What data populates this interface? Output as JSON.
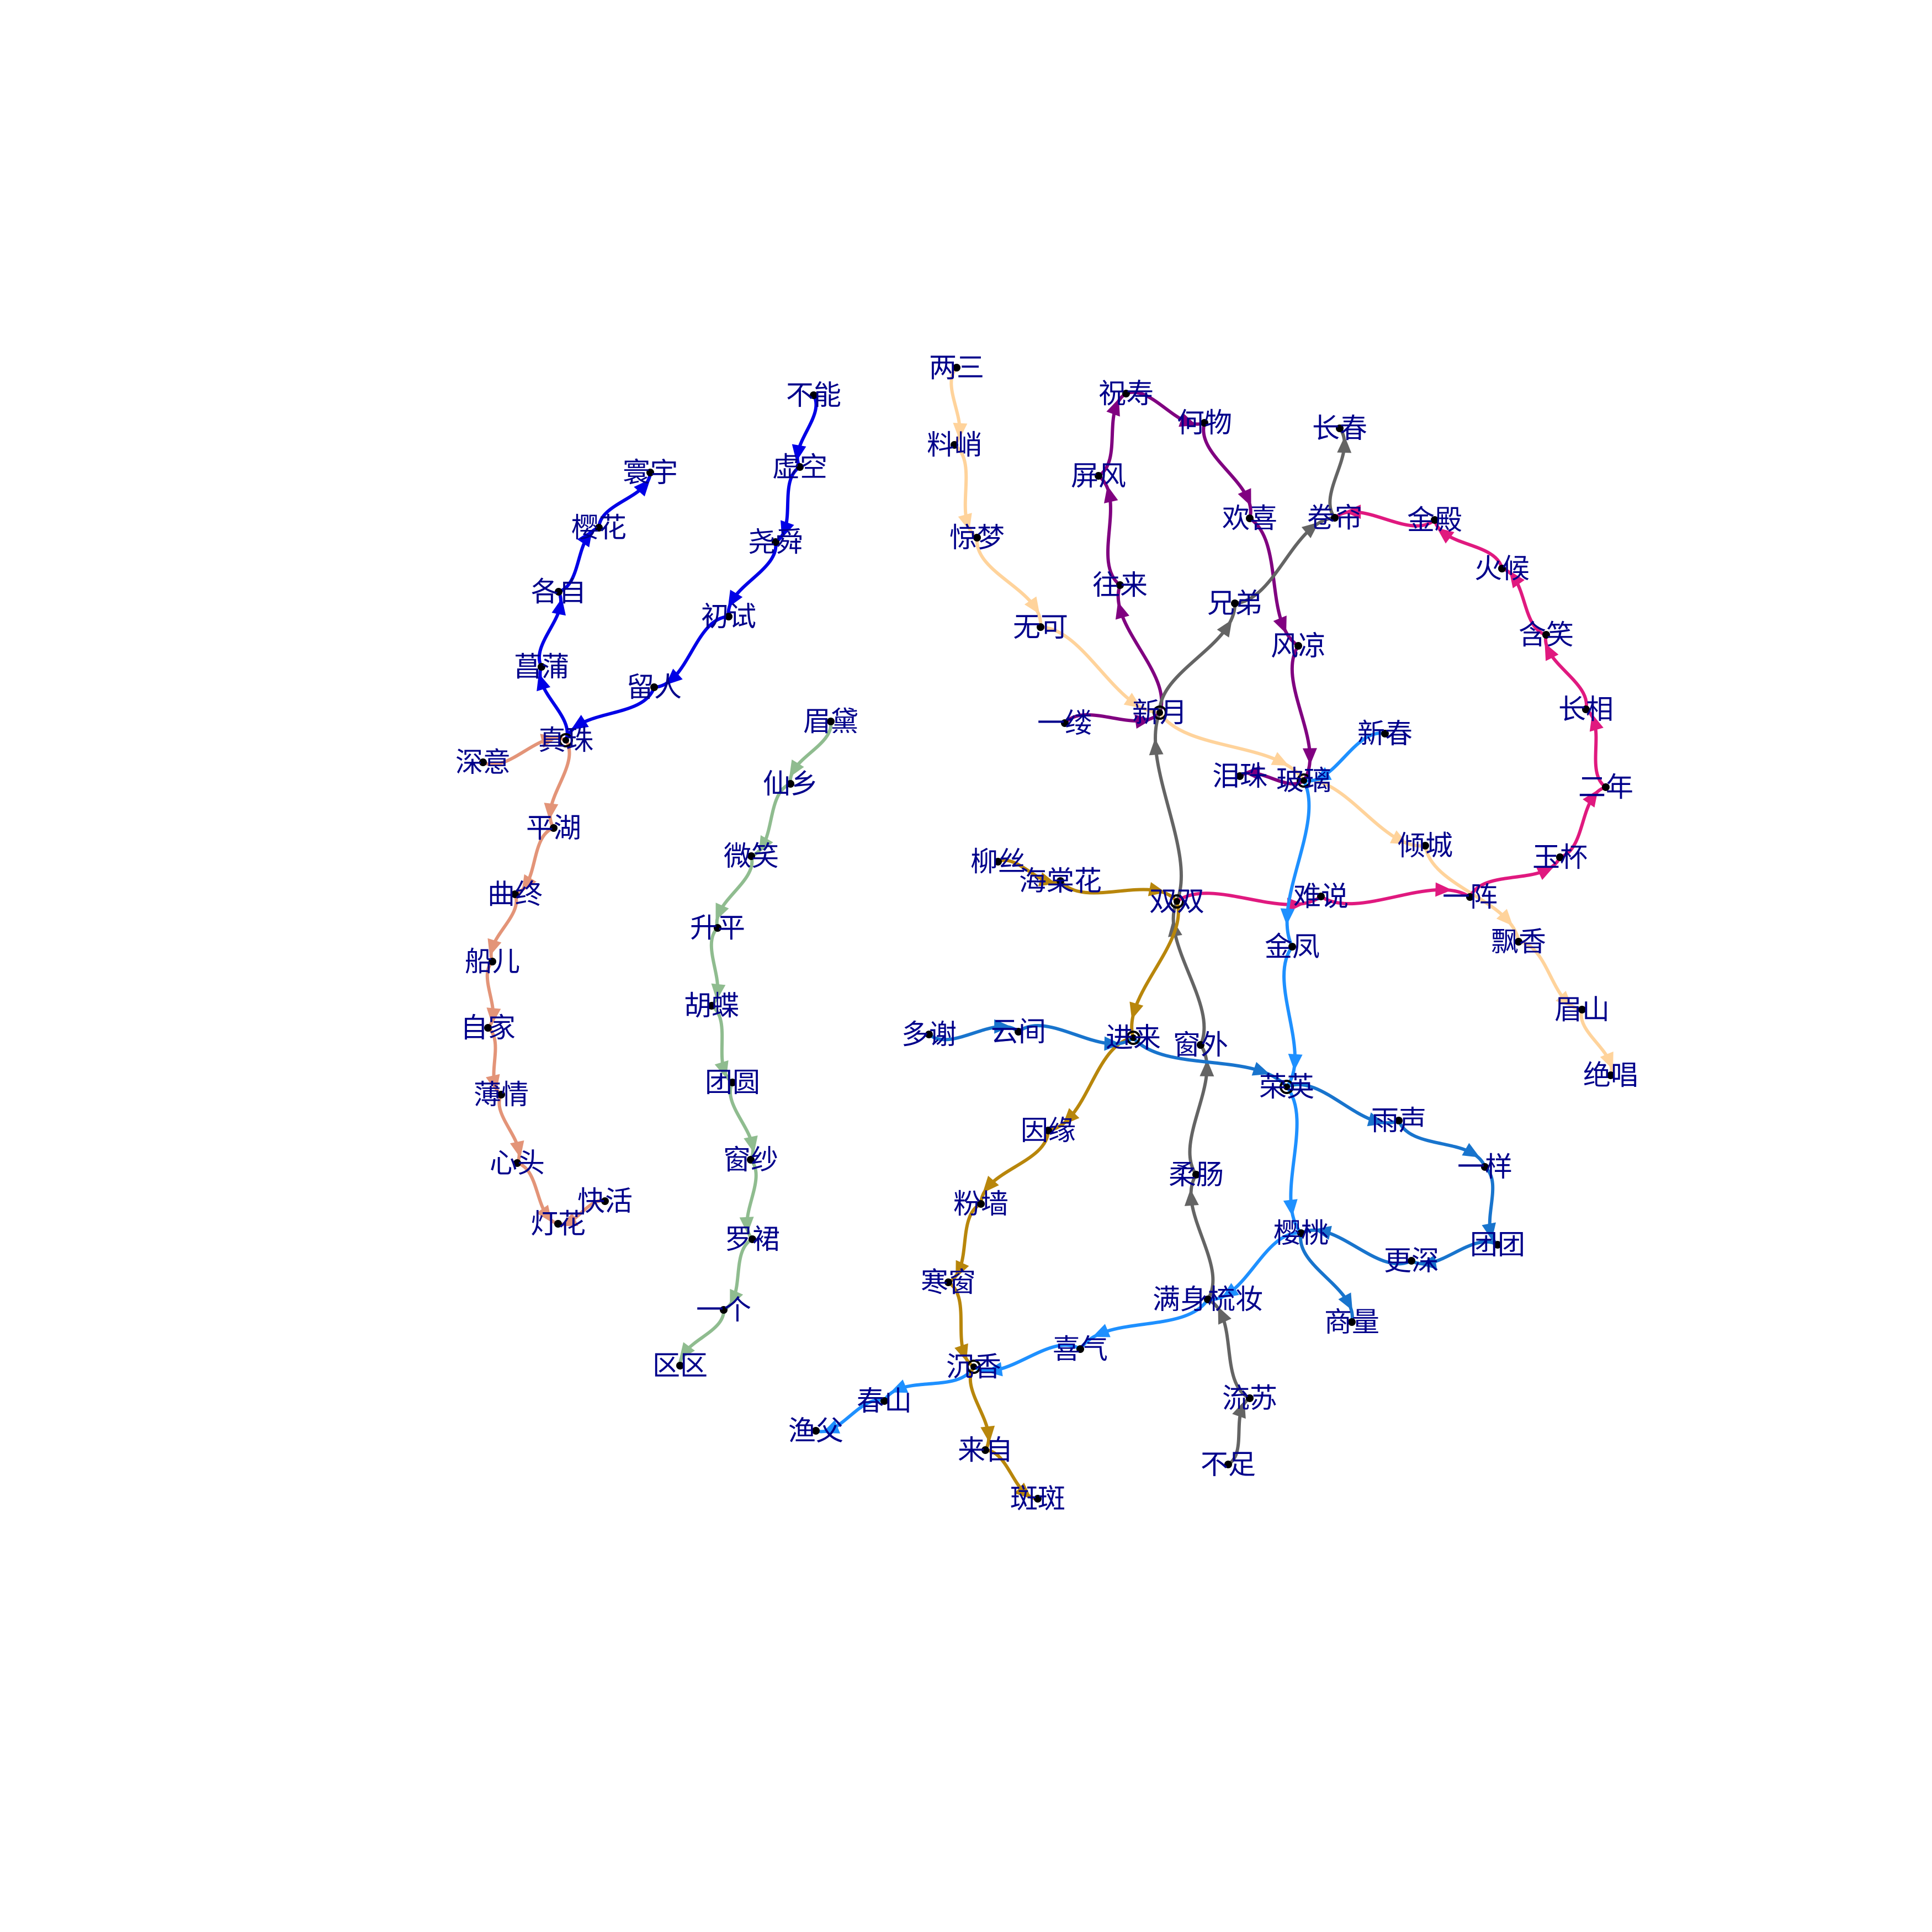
{
  "colors": {
    "label": "#00008b",
    "node": "#000000",
    "edge_blue": "#0000e6",
    "edge_salmon": "#e39478",
    "edge_sage": "#8fbc8f",
    "edge_peach": "#ffd39b",
    "edge_purple": "#800080",
    "edge_gray": "#646464",
    "edge_pink": "#e0197f",
    "edge_skyblue": "#1e90ff",
    "edge_gold": "#b8860b",
    "edge_azure": "#1874cd"
  },
  "nodes": [
    {
      "id": "n1",
      "label": "不能"
    },
    {
      "id": "n2",
      "label": "虚空"
    },
    {
      "id": "n3",
      "label": "寰宇"
    },
    {
      "id": "n4",
      "label": "樱花"
    },
    {
      "id": "n5",
      "label": "尧舜"
    },
    {
      "id": "n6",
      "label": "各自"
    },
    {
      "id": "n7",
      "label": "初试"
    },
    {
      "id": "n8",
      "label": "菖蒲"
    },
    {
      "id": "n9",
      "label": "留人"
    },
    {
      "id": "n10",
      "label": "真珠"
    },
    {
      "id": "n11",
      "label": "深意"
    },
    {
      "id": "n12",
      "label": "平湖"
    },
    {
      "id": "n13",
      "label": "曲终"
    },
    {
      "id": "n14",
      "label": "船儿"
    },
    {
      "id": "n15",
      "label": "自家"
    },
    {
      "id": "n16",
      "label": "薄情"
    },
    {
      "id": "n17",
      "label": "心头"
    },
    {
      "id": "n18",
      "label": "快活"
    },
    {
      "id": "n19",
      "label": "灯花"
    },
    {
      "id": "n20",
      "label": "眉黛"
    },
    {
      "id": "n21",
      "label": "仙乡"
    },
    {
      "id": "n22",
      "label": "微笑"
    },
    {
      "id": "n23",
      "label": "升平"
    },
    {
      "id": "n24",
      "label": "胡蝶"
    },
    {
      "id": "n25",
      "label": "团圆"
    },
    {
      "id": "n26",
      "label": "窗纱"
    },
    {
      "id": "n27",
      "label": "罗裙"
    },
    {
      "id": "n28",
      "label": "一个"
    },
    {
      "id": "n29",
      "label": "区区"
    },
    {
      "id": "n30",
      "label": "两三"
    },
    {
      "id": "n31",
      "label": "料峭"
    },
    {
      "id": "n32",
      "label": "惊梦"
    },
    {
      "id": "n33",
      "label": "无可"
    },
    {
      "id": "n34",
      "label": "祝寿"
    },
    {
      "id": "n35",
      "label": "何物"
    },
    {
      "id": "n36",
      "label": "屏风"
    },
    {
      "id": "n37",
      "label": "欢喜"
    },
    {
      "id": "n38",
      "label": "往来"
    },
    {
      "id": "n39",
      "label": "长春"
    },
    {
      "id": "n40",
      "label": "卷帘"
    },
    {
      "id": "n41",
      "label": "金殿"
    },
    {
      "id": "n42",
      "label": "兄弟"
    },
    {
      "id": "n43",
      "label": "火候"
    },
    {
      "id": "n44",
      "label": "风凉"
    },
    {
      "id": "n45",
      "label": "含笑"
    },
    {
      "id": "n46",
      "label": "一缕"
    },
    {
      "id": "n47",
      "label": "新月"
    },
    {
      "id": "n48",
      "label": "新春"
    },
    {
      "id": "n49",
      "label": "长相"
    },
    {
      "id": "n50",
      "label": "泪珠"
    },
    {
      "id": "n51",
      "label": "玻璃"
    },
    {
      "id": "n52",
      "label": "二年"
    },
    {
      "id": "n53",
      "label": "倾城"
    },
    {
      "id": "n54",
      "label": "柳丝"
    },
    {
      "id": "n55",
      "label": "玉杯"
    },
    {
      "id": "n56",
      "label": "海棠花"
    },
    {
      "id": "n57",
      "label": "双双"
    },
    {
      "id": "n58",
      "label": "难说"
    },
    {
      "id": "n59",
      "label": "一阵"
    },
    {
      "id": "n60",
      "label": "金凤"
    },
    {
      "id": "n61",
      "label": "飘香"
    },
    {
      "id": "n62",
      "label": "眉山"
    },
    {
      "id": "n63",
      "label": "多谢"
    },
    {
      "id": "n64",
      "label": "云间"
    },
    {
      "id": "n65",
      "label": "进来"
    },
    {
      "id": "n66",
      "label": "窗外"
    },
    {
      "id": "n67",
      "label": "绝唱"
    },
    {
      "id": "n68",
      "label": "荣英"
    },
    {
      "id": "n69",
      "label": "雨声"
    },
    {
      "id": "n70",
      "label": "因缘"
    },
    {
      "id": "n71",
      "label": "一样"
    },
    {
      "id": "n72",
      "label": "柔肠"
    },
    {
      "id": "n73",
      "label": "粉墙"
    },
    {
      "id": "n74",
      "label": "樱桃"
    },
    {
      "id": "n75",
      "label": "团团"
    },
    {
      "id": "n76",
      "label": "更深"
    },
    {
      "id": "n77",
      "label": "寒窗"
    },
    {
      "id": "n78",
      "label": "满身梳妆"
    },
    {
      "id": "n79",
      "label": "商量"
    },
    {
      "id": "n80",
      "label": "喜气"
    },
    {
      "id": "n81",
      "label": "沉香"
    },
    {
      "id": "n82",
      "label": "流苏"
    },
    {
      "id": "n83",
      "label": "渔父"
    },
    {
      "id": "n84",
      "label": "春山"
    },
    {
      "id": "n85",
      "label": "来自"
    },
    {
      "id": "n86",
      "label": "不足"
    },
    {
      "id": "n87",
      "label": "斑斑"
    }
  ],
  "edges": [
    {
      "from": "n1",
      "to": "n2",
      "color": "edge_blue"
    },
    {
      "from": "n2",
      "to": "n5",
      "color": "edge_blue"
    },
    {
      "from": "n5",
      "to": "n7",
      "color": "edge_blue"
    },
    {
      "from": "n7",
      "to": "n9",
      "color": "edge_blue"
    },
    {
      "from": "n9",
      "to": "n10",
      "color": "edge_blue"
    },
    {
      "from": "n10",
      "to": "n8",
      "color": "edge_blue"
    },
    {
      "from": "n8",
      "to": "n6",
      "color": "edge_blue"
    },
    {
      "from": "n6",
      "to": "n4",
      "color": "edge_blue"
    },
    {
      "from": "n4",
      "to": "n3",
      "color": "edge_blue"
    },
    {
      "from": "n11",
      "to": "n10",
      "color": "edge_salmon"
    },
    {
      "from": "n10",
      "to": "n12",
      "color": "edge_salmon"
    },
    {
      "from": "n12",
      "to": "n13",
      "color": "edge_salmon"
    },
    {
      "from": "n13",
      "to": "n14",
      "color": "edge_salmon"
    },
    {
      "from": "n14",
      "to": "n15",
      "color": "edge_salmon"
    },
    {
      "from": "n15",
      "to": "n16",
      "color": "edge_salmon"
    },
    {
      "from": "n16",
      "to": "n17",
      "color": "edge_salmon"
    },
    {
      "from": "n17",
      "to": "n19",
      "color": "edge_salmon"
    },
    {
      "from": "n18",
      "to": "n19",
      "color": "edge_salmon"
    },
    {
      "from": "n20",
      "to": "n21",
      "color": "edge_sage"
    },
    {
      "from": "n21",
      "to": "n22",
      "color": "edge_sage"
    },
    {
      "from": "n22",
      "to": "n23",
      "color": "edge_sage"
    },
    {
      "from": "n23",
      "to": "n24",
      "color": "edge_sage"
    },
    {
      "from": "n24",
      "to": "n25",
      "color": "edge_sage"
    },
    {
      "from": "n25",
      "to": "n26",
      "color": "edge_sage"
    },
    {
      "from": "n26",
      "to": "n27",
      "color": "edge_sage"
    },
    {
      "from": "n27",
      "to": "n28",
      "color": "edge_sage"
    },
    {
      "from": "n28",
      "to": "n29",
      "color": "edge_sage"
    },
    {
      "from": "n30",
      "to": "n31",
      "color": "edge_peach"
    },
    {
      "from": "n31",
      "to": "n32",
      "color": "edge_peach"
    },
    {
      "from": "n32",
      "to": "n33",
      "color": "edge_peach"
    },
    {
      "from": "n33",
      "to": "n47",
      "color": "edge_peach"
    },
    {
      "from": "n47",
      "to": "n51",
      "color": "edge_peach"
    },
    {
      "from": "n51",
      "to": "n53",
      "color": "edge_peach"
    },
    {
      "from": "n53",
      "to": "n61",
      "color": "edge_peach"
    },
    {
      "from": "n61",
      "to": "n62",
      "color": "edge_peach"
    },
    {
      "from": "n62",
      "to": "n67",
      "color": "edge_peach"
    },
    {
      "from": "n46",
      "to": "n47",
      "color": "edge_purple"
    },
    {
      "from": "n47",
      "to": "n38",
      "color": "edge_purple"
    },
    {
      "from": "n38",
      "to": "n36",
      "color": "edge_purple"
    },
    {
      "from": "n36",
      "to": "n34",
      "color": "edge_purple"
    },
    {
      "from": "n34",
      "to": "n35",
      "color": "edge_purple"
    },
    {
      "from": "n35",
      "to": "n37",
      "color": "edge_purple"
    },
    {
      "from": "n37",
      "to": "n44",
      "color": "edge_purple"
    },
    {
      "from": "n44",
      "to": "n51",
      "color": "edge_purple"
    },
    {
      "from": "n51",
      "to": "n50",
      "color": "edge_purple"
    },
    {
      "from": "n57",
      "to": "n47",
      "color": "edge_gray"
    },
    {
      "from": "n47",
      "to": "n42",
      "color": "edge_gray"
    },
    {
      "from": "n42",
      "to": "n40",
      "color": "edge_gray"
    },
    {
      "from": "n40",
      "to": "n39",
      "color": "edge_gray"
    },
    {
      "from": "n66",
      "to": "n57",
      "color": "edge_gray"
    },
    {
      "from": "n72",
      "to": "n66",
      "color": "edge_gray"
    },
    {
      "from": "n78",
      "to": "n72",
      "color": "edge_gray"
    },
    {
      "from": "n82",
      "to": "n78",
      "color": "edge_gray"
    },
    {
      "from": "n86",
      "to": "n82",
      "color": "edge_gray"
    },
    {
      "from": "n57",
      "to": "n58",
      "color": "edge_pink"
    },
    {
      "from": "n58",
      "to": "n59",
      "color": "edge_pink"
    },
    {
      "from": "n59",
      "to": "n55",
      "color": "edge_pink"
    },
    {
      "from": "n55",
      "to": "n52",
      "color": "edge_pink"
    },
    {
      "from": "n52",
      "to": "n49",
      "color": "edge_pink"
    },
    {
      "from": "n49",
      "to": "n45",
      "color": "edge_pink"
    },
    {
      "from": "n45",
      "to": "n43",
      "color": "edge_pink"
    },
    {
      "from": "n43",
      "to": "n41",
      "color": "edge_pink"
    },
    {
      "from": "n41",
      "to": "n40",
      "color": "edge_pink"
    },
    {
      "from": "n48",
      "to": "n51",
      "color": "edge_skyblue"
    },
    {
      "from": "n51",
      "to": "n60",
      "color": "edge_skyblue"
    },
    {
      "from": "n60",
      "to": "n68",
      "color": "edge_skyblue"
    },
    {
      "from": "n68",
      "to": "n74",
      "color": "edge_skyblue"
    },
    {
      "from": "n74",
      "to": "n78",
      "color": "edge_skyblue"
    },
    {
      "from": "n78",
      "to": "n80",
      "color": "edge_skyblue"
    },
    {
      "from": "n80",
      "to": "n81",
      "color": "edge_skyblue"
    },
    {
      "from": "n81",
      "to": "n84",
      "color": "edge_skyblue"
    },
    {
      "from": "n84",
      "to": "n83",
      "color": "edge_skyblue"
    },
    {
      "from": "n54",
      "to": "n56",
      "color": "edge_gold"
    },
    {
      "from": "n56",
      "to": "n57",
      "color": "edge_gold"
    },
    {
      "from": "n57",
      "to": "n65",
      "color": "edge_gold"
    },
    {
      "from": "n65",
      "to": "n70",
      "color": "edge_gold"
    },
    {
      "from": "n70",
      "to": "n73",
      "color": "edge_gold"
    },
    {
      "from": "n73",
      "to": "n77",
      "color": "edge_gold"
    },
    {
      "from": "n77",
      "to": "n81",
      "color": "edge_gold"
    },
    {
      "from": "n81",
      "to": "n85",
      "color": "edge_gold"
    },
    {
      "from": "n85",
      "to": "n87",
      "color": "edge_gold"
    },
    {
      "from": "n63",
      "to": "n64",
      "color": "edge_azure"
    },
    {
      "from": "n64",
      "to": "n65",
      "color": "edge_azure"
    },
    {
      "from": "n65",
      "to": "n68",
      "color": "edge_azure"
    },
    {
      "from": "n68",
      "to": "n69",
      "color": "edge_azure"
    },
    {
      "from": "n69",
      "to": "n71",
      "color": "edge_azure"
    },
    {
      "from": "n71",
      "to": "n75",
      "color": "edge_azure"
    },
    {
      "from": "n75",
      "to": "n76",
      "color": "edge_azure"
    },
    {
      "from": "n76",
      "to": "n74",
      "color": "edge_azure"
    },
    {
      "from": "n74",
      "to": "n79",
      "color": "edge_azure"
    }
  ]
}
